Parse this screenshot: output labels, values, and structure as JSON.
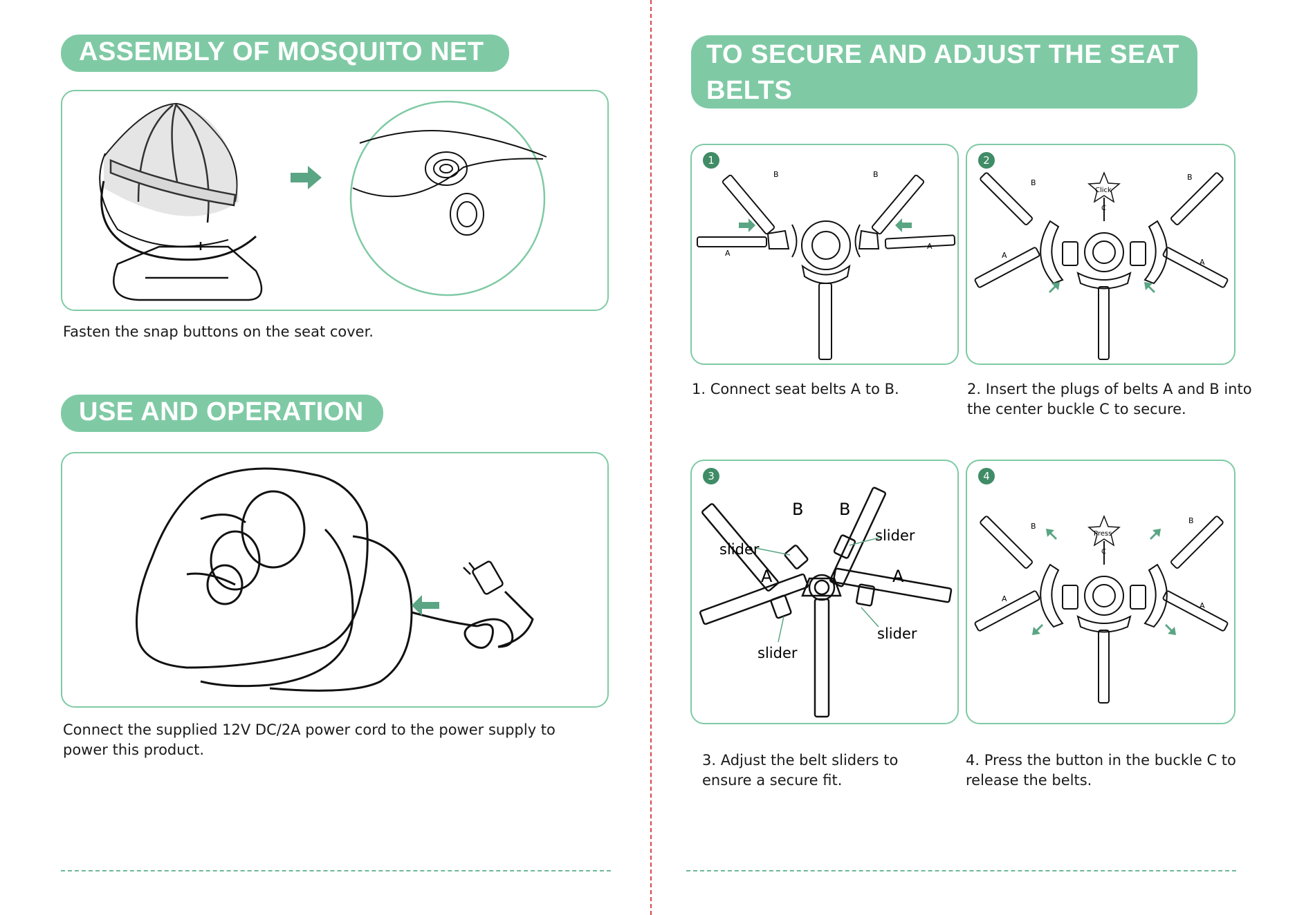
{
  "left": {
    "mosquito": {
      "title": "ASSEMBLY OF MOSQUITO NET",
      "caption": "Fasten the snap buttons on the seat cover."
    },
    "operation": {
      "title": "USE AND OPERATION",
      "caption_line1": "Connect the supplied 12V DC/2A power cord to the power supply to",
      "caption_line2": "power this product."
    }
  },
  "right": {
    "title_line1": "TO SECURE AND ADJUST THE SEAT",
    "title_line2": "BELTS",
    "steps": [
      {
        "number": "1",
        "caption_line1": "1. Connect seat belts A to B.",
        "caption_line2": ""
      },
      {
        "number": "2",
        "caption_line1": "2. Insert the plugs of belts A and B into",
        "caption_line2": "the center buckle C to secure."
      },
      {
        "number": "3",
        "caption_line1": "3. Adjust the belt sliders to",
        "caption_line2": "ensure a secure fit."
      },
      {
        "number": "4",
        "caption_line1": "4. Press the button in the buckle C to",
        "caption_line2": "release the belts."
      }
    ],
    "labels": {
      "a": "A",
      "b": "B",
      "c": "C",
      "slider": "slider",
      "click": "Click",
      "press": "Press"
    }
  },
  "colors": {
    "accent": "#7fcaa5",
    "accent_dark": "#3f8c66",
    "divider": "#d6464a"
  }
}
